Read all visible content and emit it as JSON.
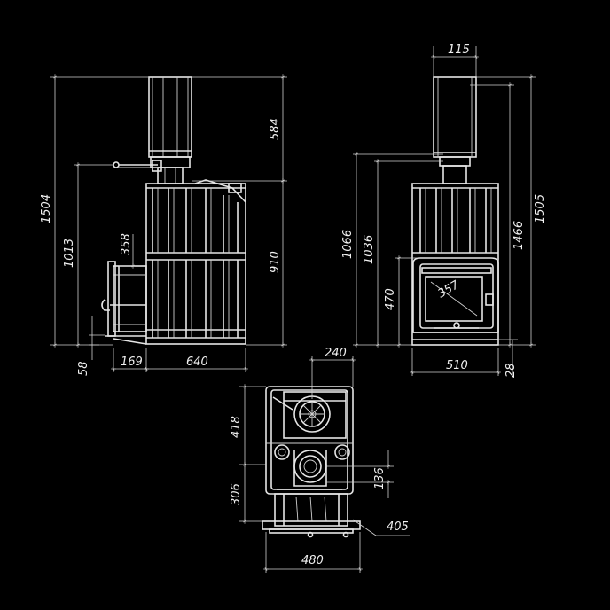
{
  "colors": {
    "background": "#000000",
    "line": "#e6e6e6"
  },
  "dimensions": {
    "side_total_height": "1504",
    "side_chimney_height": "584",
    "side_handle_height": "1013",
    "side_door_height": "358",
    "side_body_height": "910",
    "side_foot_height": "58",
    "side_door_depth": "169",
    "side_body_depth": "640",
    "front_chimney_width": "115",
    "front_upper_height": "1066",
    "front_mid_height": "1036",
    "front_total_height": "1505",
    "front_body_height": "1466",
    "front_door_height": "470",
    "front_glass_diagonal": "357",
    "front_body_width": "510",
    "front_foot_height": "28",
    "top_flue_offset": "240",
    "top_rear_depth": "418",
    "top_flue_diameter": "136",
    "top_front_depth": "306",
    "top_width": "480",
    "top_door_width": "405"
  }
}
